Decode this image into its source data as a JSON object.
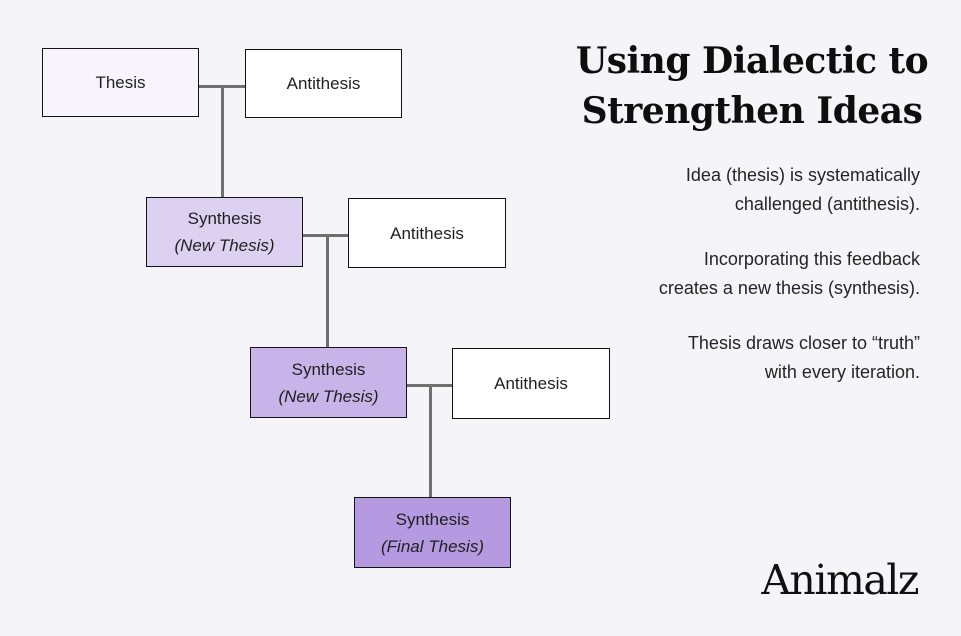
{
  "title": {
    "line1": "Using Dialectic to",
    "line2": "Strengthen Ideas"
  },
  "paragraphs": [
    {
      "line1": "Idea (thesis) is systematically",
      "line2": "challenged (antithesis)."
    },
    {
      "line1": "Incorporating this feedback",
      "line2": "creates a new thesis (synthesis)."
    },
    {
      "line1": "Thesis draws closer to “truth”",
      "line2": "with every iteration."
    }
  ],
  "diagram": {
    "nodes": [
      {
        "id": "thesis",
        "label": "Thesis"
      },
      {
        "id": "antithesis-1",
        "label": "Antithesis"
      },
      {
        "id": "synthesis-1",
        "label": "Synthesis",
        "sublabel": "(New Thesis)"
      },
      {
        "id": "antithesis-2",
        "label": "Antithesis"
      },
      {
        "id": "synthesis-2",
        "label": "Synthesis",
        "sublabel": "(New Thesis)"
      },
      {
        "id": "antithesis-3",
        "label": "Antithesis"
      },
      {
        "id": "synthesis-final",
        "label": "Synthesis",
        "sublabel": "(Final Thesis)"
      }
    ]
  },
  "logo": {
    "text": "Animalz"
  },
  "colors": {
    "background": "#f5f4f9",
    "thesis_fill": "#f8f4fd",
    "antithesis_fill": "#ffffff",
    "synthesis_new_fill_light": "#ddd1f1",
    "synthesis_new_fill_medium": "#c9b4e9",
    "synthesis_final_fill": "#b69ae1",
    "box_border": "#131313",
    "connector_line": "#6f6f6f",
    "text": "#1f1f1f"
  }
}
